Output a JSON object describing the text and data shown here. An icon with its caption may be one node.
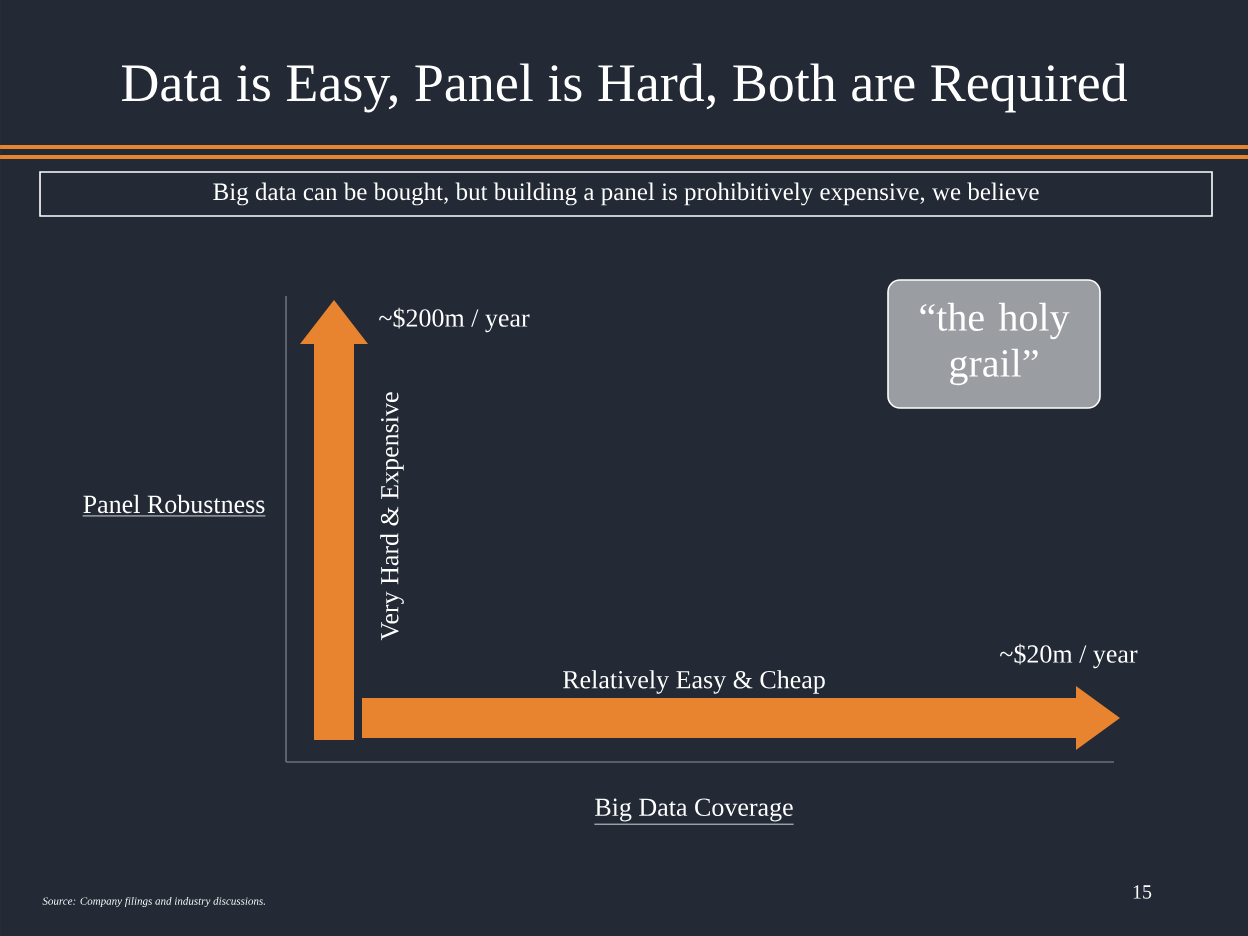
{
  "diagram": {
    "title": "Data is Easy, Panel is Hard, Both are Required",
    "nodes": [
      {
        "text": [
          "Big data can be bought, but building a panel is prohibitively expensive, we believe"
        ]
      },
      {
        "text": [
          "“the holy grail”"
        ]
      }
    ],
    "edges": [],
    "labels": [
      "~$200m / year",
      "Very Hard & Expensive",
      "Panel Robustness",
      "~$20m / year",
      "Relatively Easy & Cheap",
      "Big Data Coverage",
      "Source: Company filings and industry discussions.",
      "15"
    ]
  }
}
